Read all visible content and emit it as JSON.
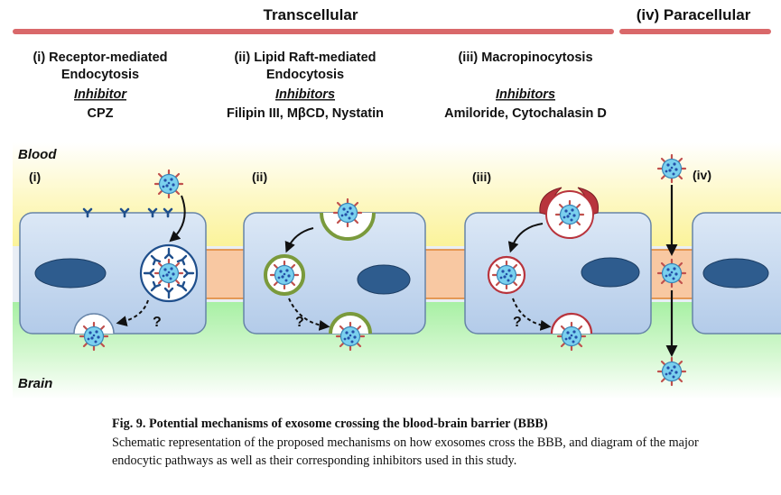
{
  "header": {
    "transcellular": "Transcellular",
    "paracellular": "(iv) Paracellular"
  },
  "mechanisms": [
    {
      "title_lines": [
        "(i) Receptor-mediated",
        "Endocytosis"
      ],
      "inhibitor_label": "Inhibitor",
      "inhibitor_values": "CPZ"
    },
    {
      "title_lines": [
        "(ii) Lipid Raft-mediated",
        "Endocytosis"
      ],
      "inhibitor_label": "Inhibitors",
      "inhibitor_values": "Filipin III, MβCD, Nystatin"
    },
    {
      "title_lines": [
        "(iii) Macropinocytosis"
      ],
      "inhibitor_label": "Inhibitors",
      "inhibitor_values": "Amiloride, Cytochalasin D"
    }
  ],
  "diagram": {
    "blood_label": "Blood",
    "brain_label": "Brain",
    "panel_labels": [
      "(i)",
      "(ii)",
      "(iii)",
      "(iv)"
    ],
    "question_mark": "?"
  },
  "caption": {
    "title": "Fig. 9. Potential mechanisms of exosome crossing the blood-brain barrier (BBB)",
    "body": "Schematic representation of the proposed mechanisms on how exosomes cross the BBB, and diagram of the major endocytic pathways as well as their corresponding inhibitors used in this study."
  },
  "colors": {
    "header_bar": "#d9686a",
    "blood_zone": "#fdf7a6",
    "brain_zone": "#b3f2b0",
    "junction": "#f8c8a2",
    "cell_fill": "#c5d9f0",
    "cell_stroke": "#6684a8",
    "nucleus": "#2e5c8e",
    "receptor": "#1f4f8c",
    "lipid_raft": "#7a9a3c",
    "macropino": "#b8343d",
    "exosome_core": "#7ad0ee",
    "exosome_dot": "#2450a8",
    "exosome_spike": "#c0504d"
  }
}
